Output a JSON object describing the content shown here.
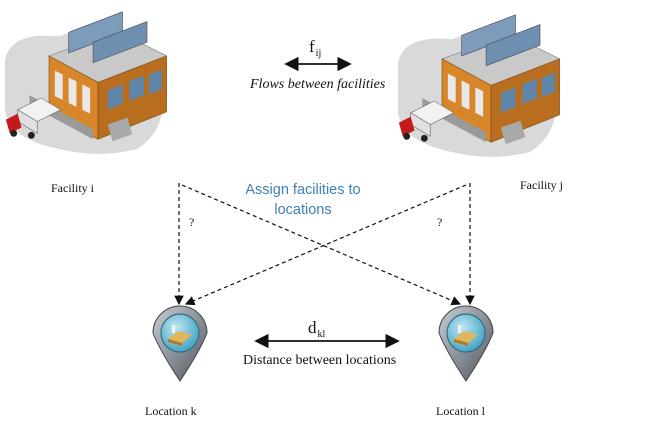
{
  "facilities": {
    "left": {
      "label": "Facility i"
    },
    "right": {
      "label": "Facility j"
    }
  },
  "flow": {
    "symbol": "f",
    "subscript": "ij",
    "caption": "Flows between facilities"
  },
  "assign": {
    "line1": "Assign facilities to",
    "line2": "locations"
  },
  "unknown_mark": "?",
  "locations": {
    "left": {
      "label": "Location k"
    },
    "right": {
      "label": "Location l"
    }
  },
  "distance": {
    "symbol": "d",
    "subscript": "kl",
    "caption": "Distance between locations"
  },
  "colors": {
    "assign_text": "#3f7fb3",
    "building_wall": "#d8862a",
    "solar_panel": "#6f8fb0",
    "pin": "#7a8088",
    "pin_inner": "#5fb6cf"
  },
  "icons": [
    "factory-building-icon",
    "truck-icon",
    "location-pin-icon",
    "double-arrow-icon",
    "dashed-arrow-icon"
  ]
}
